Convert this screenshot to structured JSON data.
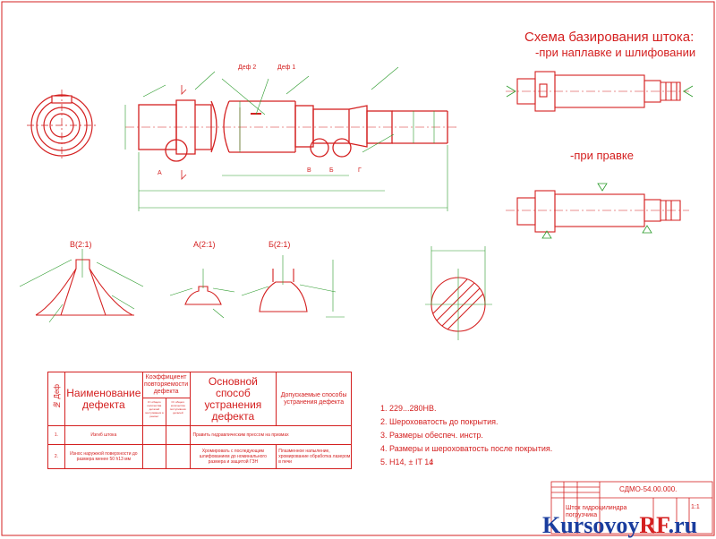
{
  "scheme": {
    "title": "Схема базирования штока:",
    "sub1": "-при наплавке и шлифовании",
    "sub2": "-при правке"
  },
  "labels": {
    "def2": "Деф 2",
    "def1": "Деф 1",
    "view_b": "B(2:1)",
    "view_a": "A(2:1)",
    "view_bb": "Б(2:1)",
    "sec_a": "А",
    "sec_b": "Б",
    "sec_v": "В",
    "sec_g": "Г"
  },
  "table": {
    "col_num": "№ Деф",
    "col_name": "Наименование дефекта",
    "col_coef": "Коэффициент повторяемости дефекта",
    "col_coef_sub1": "От общего количества деталей поступивших в ремонт",
    "col_coef_sub2": "От общего количества поступивших деталей",
    "col_method": "Основной способ устранения дефекта",
    "col_allowed": "Допускаемые способы устранения дефекта",
    "rows": [
      {
        "num": "1.",
        "name": "Изгиб штока",
        "method": "Править гидравлическим прессом на призмах",
        "allowed": ""
      },
      {
        "num": "2.",
        "name": "Износ наружной поверхности до размера менее 50 h13 мм",
        "method": "Хромировать с последующим шлифованием до номинального размера и защитой ГЗН",
        "allowed": "Плазменное напыление, хромирование обработка лазером в печи"
      }
    ]
  },
  "notes": [
    "1. 229...280HB.",
    "2. Шероховатость до покрытия.",
    "3. Размеры обеспеч. инстр.",
    "4. Размеры и шероховатость после покрытия.",
    "5. Н14,        ± IT 14"
  ],
  "notes_sub": "2",
  "title_block": {
    "code": "СДМО-54.00.000.",
    "name": "Шток гидроцилиндра погрузчика",
    "scale": "1:1"
  },
  "watermark": {
    "main": "Kursovoy",
    "accent": "RF",
    "suffix": ".ru"
  },
  "colors": {
    "drawing": "#d42020",
    "dimension": "#2a9a2a",
    "watermark": "#1a3d9e"
  }
}
